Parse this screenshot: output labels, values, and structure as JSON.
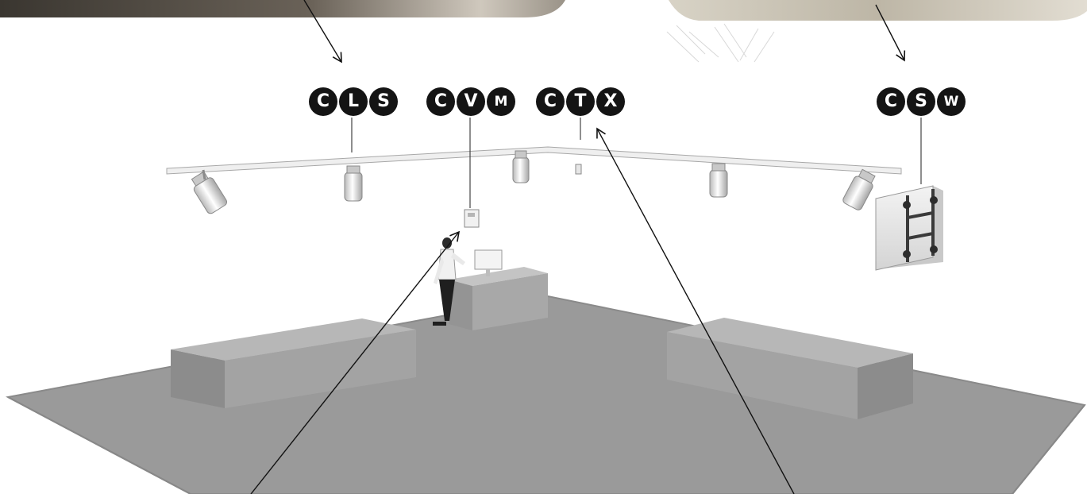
{
  "product_codes": [
    {
      "id": "cls",
      "letters": [
        "C",
        "L",
        "S"
      ]
    },
    {
      "id": "cvm",
      "letters": [
        "C",
        "V",
        "M"
      ]
    },
    {
      "id": "ctx",
      "letters": [
        "C",
        "T",
        "X"
      ]
    },
    {
      "id": "csw",
      "letters": [
        "C",
        "S",
        "W"
      ]
    }
  ],
  "colors": {
    "badge_fill": "#141414",
    "badge_text": "#ffffff",
    "floor": "#9a9a9a",
    "floor_edge": "#8a8a8a",
    "track": "#eeeeee",
    "pedestal_top": "#b8b8b8",
    "pedestal_front": "#a2a2a2",
    "pedestal_side": "#8d8d8d"
  },
  "icons": [
    "spotlight-icon",
    "speaker-icon",
    "sensor-icon",
    "display-monitor-icon",
    "person-figure-icon",
    "arrow-icon"
  ]
}
